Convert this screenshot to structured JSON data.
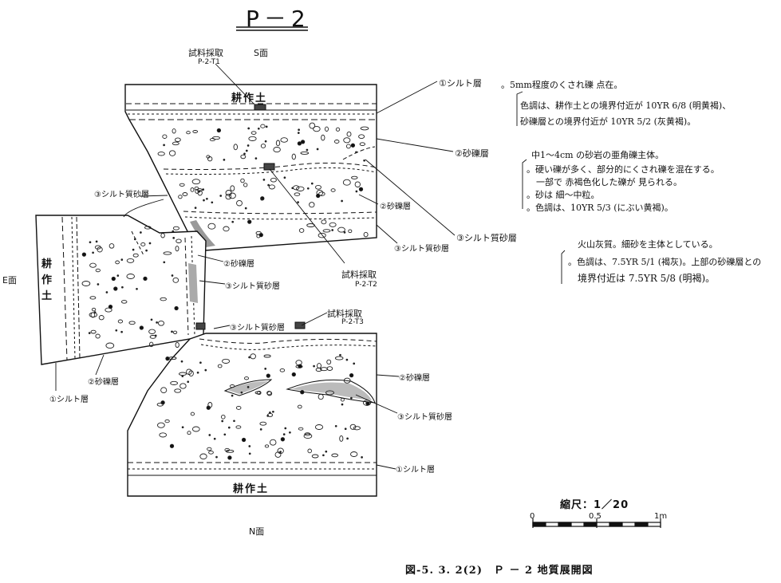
{
  "title": "P－2",
  "faces": {
    "s": "S面",
    "e": "E面",
    "n": "N面"
  },
  "samples": {
    "s_label": "試料採取",
    "s_id": "P-2-T1",
    "mid_label": "試料採取",
    "mid_id": "P-2-T2",
    "n_label": "試料採取",
    "n_id": "P-2-T3"
  },
  "soil": {
    "top": "耕作土",
    "bottom": "耕作土",
    "east_1": "耕",
    "east_2": "作",
    "east_3": "土"
  },
  "layer_labels": {
    "l1": "①シルト層",
    "l2": "②砂礫層",
    "l3": "③シルト質砂層",
    "s_l2_right": "②砂礫層",
    "s_l3_right": "③シルト質砂層",
    "e_l3_top": "③シルト質砂層",
    "e_l2_mid": "②砂礫層",
    "e_l3_mid": "③シルト質砂層",
    "e_l2_bottom": "②砂礫層",
    "e_l1_bottom": "①シルト層",
    "n_l3_top": "③シルト質砂層",
    "n_l2_right": "②砂礫層",
    "n_l3_right": "③シルト質砂層",
    "n_l1_right": "①シルト層"
  },
  "notes": {
    "l1_lines": [
      "。5mm程度のくされ礫 点在。",
      "色調は、耕作土との境界付近が 10YR 6/8 (明黄褐)、",
      "砂礫層との境界付近が 10YR 5/2 (灰黄褐)。"
    ],
    "l2_lines": [
      "中1～4cm の砂岩の亜角礫主体。",
      "。硬い礫が多く、部分的にくされ礫を混在する。",
      "一部で 赤褐色化した礫が 見られる。",
      "。砂は 細～中粒。",
      "。色調は、10YR 5/3 (にぶい黄褐)。"
    ],
    "l3_lines": [
      "火山灰質。細砂を主体としている。",
      "。色調は、7.5YR 5/1 (褐灰)。上部の砂礫層との",
      "境界付近は 7.5YR 5/8 (明褐)。"
    ]
  },
  "scale": {
    "title": "縮尺：1／20",
    "ticks": [
      "0",
      "0.5",
      "1m"
    ]
  },
  "caption": "図-5. 3. 2(2)　Ｐ － 2 地質展開図"
}
